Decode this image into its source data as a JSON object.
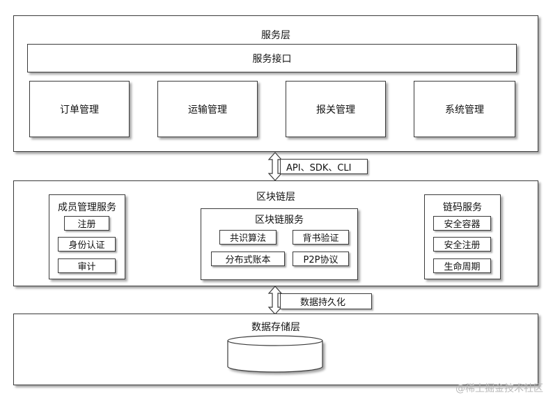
{
  "service_layer": {
    "title": "服务层",
    "interface": "服务接口",
    "modules": [
      "订单管理",
      "运输管理",
      "报关管理",
      "系统管理"
    ]
  },
  "connector_top": {
    "label": "API、SDK、CLI"
  },
  "blockchain_layer": {
    "title": "区块链层",
    "member_service": {
      "title": "成员管理服务",
      "items": [
        "注册",
        "身份认证",
        "审计"
      ]
    },
    "chain_service": {
      "title": "区块链服务",
      "items": [
        "共识算法",
        "背书验证",
        "分布式账本",
        "P2P协议"
      ]
    },
    "chaincode_service": {
      "title": "链码服务",
      "items": [
        "安全容器",
        "安全注册",
        "生命周期"
      ]
    }
  },
  "connector_bottom": {
    "label": "数据持久化"
  },
  "storage_layer": {
    "title": "数据存储层"
  },
  "watermark": "@稀土掘金技术社区"
}
